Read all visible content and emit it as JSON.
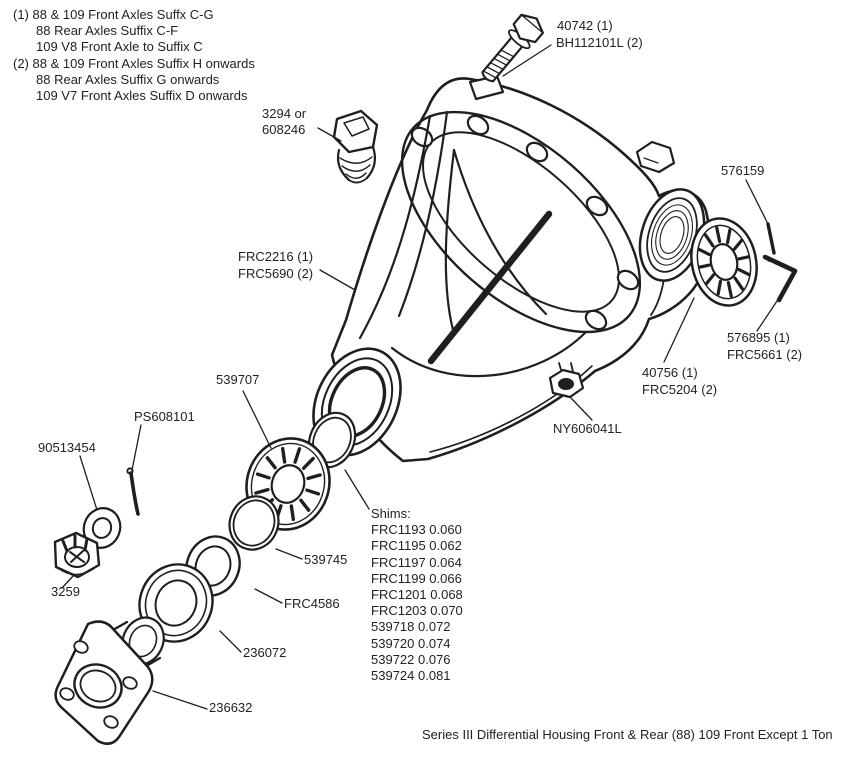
{
  "page": {
    "colors": {
      "background": "#ffffff",
      "ink": "#1f1f1f"
    }
  },
  "notes": [
    "(1) 88 & 109 Front Axles Suffx C-G",
    "88 Rear Axles Suffix C-F",
    "109 V8 Front Axle to Suffix C",
    "(2) 88 & 109 Front Axles Suffix H onwards",
    "88 Rear Axles Suffix G onwards",
    "109 V7 Front Axles Suffix D onwards"
  ],
  "labels": {
    "flange_bolt": {
      "line1": "40742 (1)",
      "line2": "BH112101L (2)"
    },
    "filler_plug": {
      "line1": "3294 or",
      "line2": "608246"
    },
    "housing": {
      "line1": "FRC2216 (1)",
      "line2": "FRC5690 (2)"
    },
    "oil_pipe_pin": "576159",
    "lock_strap": {
      "line1": "576895 (1)",
      "line2": "FRC5661 (2)"
    },
    "side_bearing": {
      "line1": "40756 (1)",
      "line2": "FRC5204 (2)"
    },
    "flange_nut": "NY606041L",
    "pinion_bearing": "539707",
    "split_pin": "PS608101",
    "washer": "90513454",
    "castle_nut": "3259",
    "spacer": "539745",
    "thrust_washer": "FRC4586",
    "oil_seal": "236072",
    "drive_flange": "236632"
  },
  "shims": {
    "title": "Shims:",
    "items": [
      "FRC1193 0.060",
      "FRC1195 0.062",
      "FRC1197 0.064",
      "FRC1199 0.066",
      "FRC1201 0.068",
      "FRC1203 0.070",
      "539718 0.072",
      "539720 0.074",
      "539722 0.076",
      "539724 0.081"
    ]
  },
  "caption": "Series III Differential Housing Front & Rear (88) 109 Front Except 1 Ton"
}
